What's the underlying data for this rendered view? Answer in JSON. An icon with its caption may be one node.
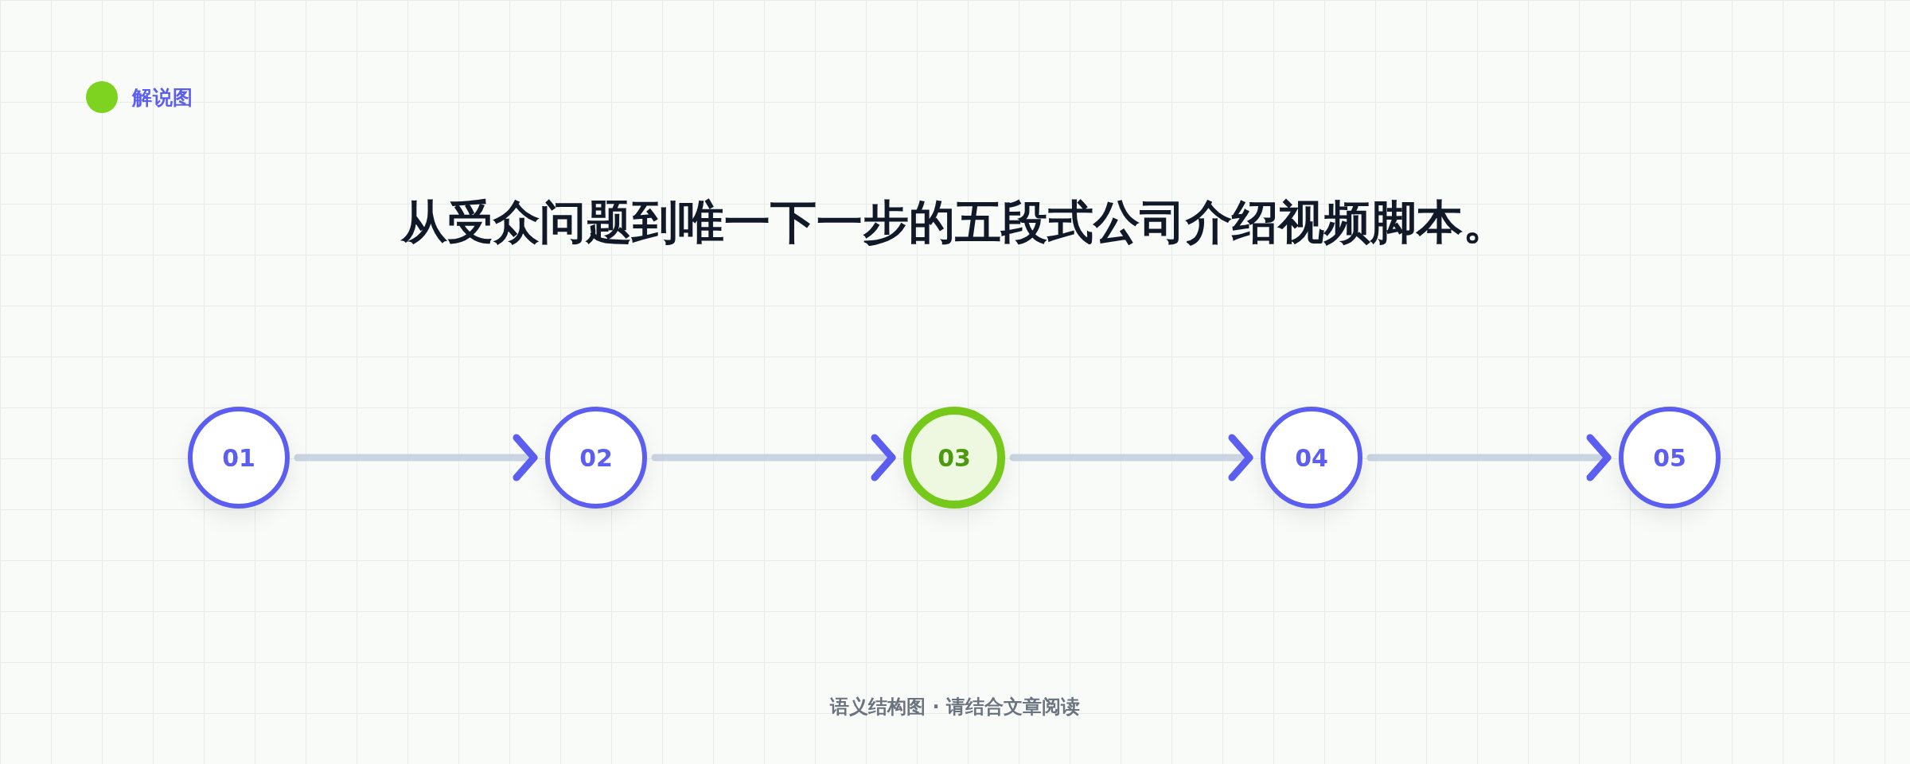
{
  "diagram": {
    "title": "从受众问题到唯一下一步的五段式公司介绍视频脚本。",
    "nodes": [
      {
        "text": [
          "01"
        ]
      },
      {
        "text": [
          "02"
        ]
      },
      {
        "text": [
          "03"
        ]
      },
      {
        "text": [
          "04"
        ]
      },
      {
        "text": [
          "05"
        ]
      }
    ],
    "edges": [
      {
        "from": 0,
        "to": 1,
        "arrow": "to"
      },
      {
        "from": 1,
        "to": 2,
        "arrow": "to"
      },
      {
        "from": 2,
        "to": 3,
        "arrow": "to"
      },
      {
        "from": 3,
        "to": 4,
        "arrow": "to"
      }
    ],
    "labels": [
      "解说图",
      "语义结构图 · 请结合文章阅读"
    ]
  }
}
